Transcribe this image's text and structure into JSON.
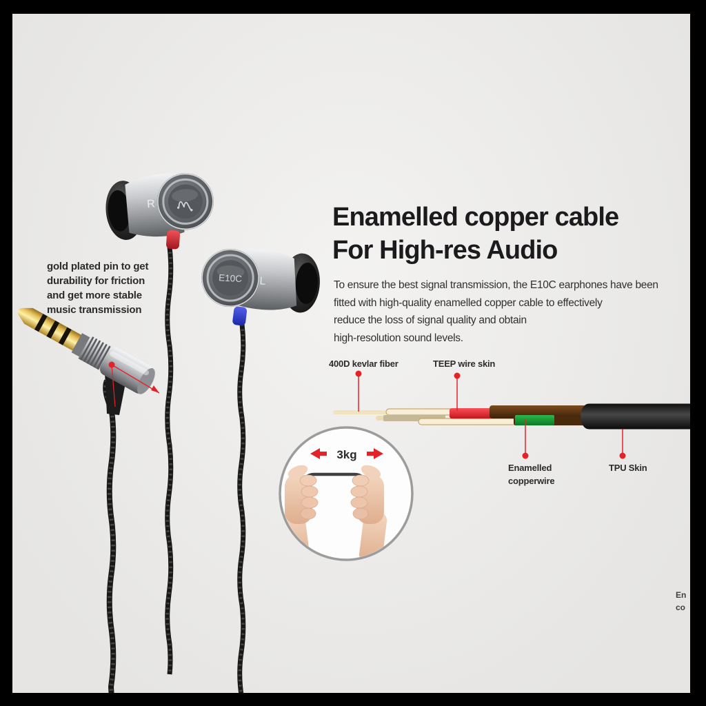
{
  "page": {
    "background_color": "#000000",
    "content_background": "#edecea",
    "accent_red": "#e5222a"
  },
  "pin_annotation": {
    "line1": "gold plated pin to get",
    "line2": "durability for friction",
    "line3": "and get more stable",
    "line4": "music transmission"
  },
  "heading": {
    "line1": "Enamelled copper cable",
    "line2": "For High-res Audio"
  },
  "description": {
    "line1": "To ensure the best signal transmission, the E10C earphones have been",
    "line2": "fitted with high-quality enamelled copper cable to effectively",
    "line3": "reduce the loss of signal quality and obtain",
    "line4": "high-resolution sound levels."
  },
  "earbuds": {
    "right_marker": "R",
    "left_marker": "L",
    "model_label": "E10C"
  },
  "cable_diagram": {
    "kevlar_label": "400D kevlar fiber",
    "teep_label": "TEEP wire skin",
    "enamelled_label_line1": "Enamelled",
    "enamelled_label_line2": "copperwire",
    "tpu_label": "TPU Skin",
    "colors": {
      "kevlar_fiber": "#f1e3bd",
      "teep_skin": "#e8343d",
      "enamelled_copper": "#5b3513",
      "green_wire": "#189b34",
      "tpu_skin": "#141414"
    }
  },
  "pull_test": {
    "weight_label": "3kg"
  },
  "edge_clipped_label": {
    "line1": "En",
    "line2": "co"
  }
}
